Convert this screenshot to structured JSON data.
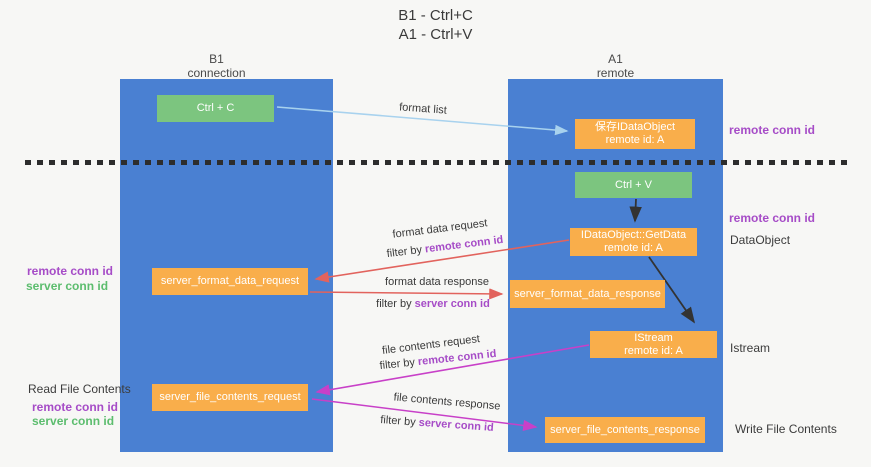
{
  "title": {
    "line1": "B1 - Ctrl+C",
    "line2": "A1 - Ctrl+V"
  },
  "columns": {
    "left": {
      "name": "B1",
      "role": "connection"
    },
    "right": {
      "name": "A1",
      "role": "remote"
    }
  },
  "nodes": {
    "ctrl_c": {
      "label": "Ctrl + C"
    },
    "ctrl_v": {
      "label": "Ctrl + V"
    },
    "save_dataobject": {
      "line1": "保存IDataObject",
      "line2": "remote id: A"
    },
    "getdata": {
      "line1": "IDataObject::GetData",
      "line2": "remote id: A"
    },
    "istream": {
      "line1": "IStream",
      "line2": "remote id: A"
    },
    "format_request": {
      "label": "server_format_data_request"
    },
    "format_response": {
      "label": "server_format_data_response"
    },
    "file_request": {
      "label": "server_file_contents_request"
    },
    "file_response": {
      "label": "server_file_contents_response"
    }
  },
  "edge_labels": {
    "format_list": "format list",
    "format_data_request": "format data request",
    "format_data_response": "format data response",
    "file_contents_request": "file contents request",
    "file_contents_response": "file contents response",
    "filter_by": "filter by",
    "remote_conn_id": "remote conn id",
    "server_conn_id": "server conn id"
  },
  "side_labels": {
    "remote_conn_id": "remote conn id",
    "server_conn_id": "server conn id",
    "dataobject": "DataObject",
    "istream": "Istream",
    "read_file_contents": "Read File Contents",
    "write_file_contents": "Write File Contents"
  },
  "colors": {
    "lane_blue": "#4a80d2",
    "node_orange": "#f9ae4b",
    "node_green": "#7cc57f",
    "remote_conn_purple": "#a64cc7",
    "server_conn_green": "#5cbd6e",
    "arrow_red": "#e2635d",
    "arrow_magenta": "#c840c8",
    "arrow_light_blue": "#a8d2ee",
    "arrow_black": "#333333",
    "background": "#f7f7f5"
  }
}
